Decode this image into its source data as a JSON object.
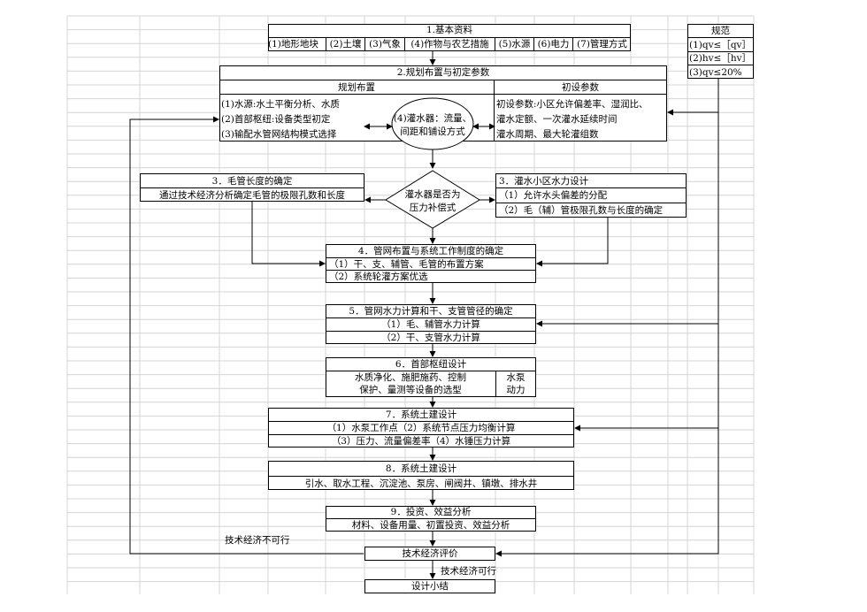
{
  "s1": {
    "title": "1.基本资料",
    "items": [
      "(1)地形地块",
      "(2)土壤",
      "(3)气象",
      "(4)作物与农艺措施",
      "(5)水源",
      "(6)电力",
      "(7)管理方式"
    ]
  },
  "spec": {
    "title": "规范",
    "items": [
      "(1)qv≤［qv］",
      "(2)hv≤［hv］",
      "(3)qv≤20%"
    ]
  },
  "s2": {
    "title": "2.规划布置与初定参数",
    "left_title": "规划布置",
    "left_items": [
      "(1)水源:水土平衡分析、水质",
      "(2)首部枢纽:设备类型初定",
      "(3)输配水管网结构模式选择"
    ],
    "right_title": "初设参数",
    "right_items": [
      "初设参数:小区允许偏差率、湿润比、",
      "灌水定额、一次灌水延续时间",
      "灌水周期、最大轮灌组数"
    ],
    "center": [
      "(4)灌水器：流量、",
      "间距和铺设方式"
    ]
  },
  "s3l": {
    "title": "3．毛管长度的确定",
    "text": "通过技术经济分析确定毛管的极限孔数和长度"
  },
  "s3r": {
    "title": "3．灌水小区水力设计",
    "items": [
      "（1）允许水头偏差的分配",
      "（2）毛（辅）管极限孔数与长度的确定"
    ]
  },
  "diamond": {
    "lines": [
      "灌水器是否为",
      "压力补偿式"
    ]
  },
  "s4": {
    "title": "4．管网布置与系统工作制度的确定",
    "items": [
      "（1）干、支、辅管、毛管的布置方案",
      "（2）系统轮灌方案优选"
    ]
  },
  "s5": {
    "title": "5．管网水力计算和干、支管管径的确定",
    "items": [
      "（1）毛、辅管水力计算",
      "（2）干、支管水力计算"
    ]
  },
  "s6": {
    "title": "6．首部枢纽设计",
    "left": [
      "水质净化、施肥施药、控制",
      "保护、量测等设备的选型"
    ],
    "right": [
      "水泵",
      "动力"
    ]
  },
  "s7": {
    "title": "7．系统土建设计",
    "items": [
      "（1）水泵工作点（2）系统节点压力均衡计算",
      "（3）压力、流量偏差率（4）水锤压力计算"
    ]
  },
  "s8": {
    "title": "8．系统土建设计",
    "text": "引水、取水工程、沉淀池、泵房、闸阀井、镇墩、排水井"
  },
  "s9": {
    "title": "9．投资、效益分析",
    "text": "材料、设备用量、初置投资、效益分析"
  },
  "eval": {
    "text": "技术经济评价"
  },
  "no": {
    "text": "技术经济不可行"
  },
  "yes": {
    "text": "技术经济可行"
  },
  "sum": {
    "text": "设计小结"
  }
}
